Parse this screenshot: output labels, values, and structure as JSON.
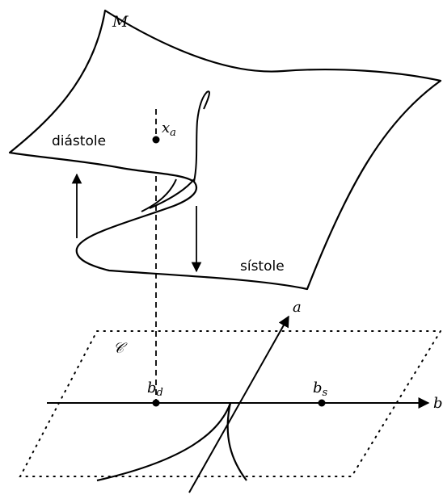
{
  "labels": {
    "manifold": "M",
    "point_a": "x",
    "point_a_sub": "a",
    "diastole": "diástole",
    "systole": "sístole",
    "control_plane": "𝒞",
    "axis_a": "a",
    "axis_b": "b",
    "point_bd": "b",
    "point_bd_sub": "d",
    "point_bs": "b",
    "point_bs_sub": "s"
  },
  "colors": {
    "ink": "#000000",
    "background": "#ffffff"
  }
}
